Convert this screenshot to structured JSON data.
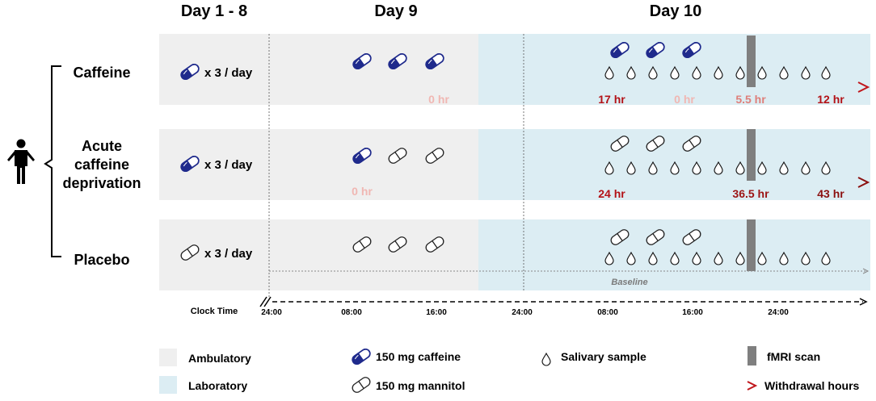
{
  "columns": {
    "day1_8": "Day 1 - 8",
    "day9": "Day 9",
    "day10": "Day 10"
  },
  "groups": {
    "caffeine": "Caffeine",
    "deprivation": [
      "Acute",
      "caffeine",
      "deprivation"
    ],
    "placebo": "Placebo"
  },
  "dose_label": "x 3 / day",
  "hours": {
    "caffeine": [
      "0 hr",
      "17 hr",
      "0 hr",
      "5.5 hr",
      "12 hr"
    ],
    "deprivation": [
      "0 hr",
      "24 hr",
      "36.5 hr",
      "43 hr"
    ]
  },
  "baseline_label": "Baseline",
  "clock": {
    "title": "Clock Time",
    "ticks": [
      "24:00",
      "08:00",
      "16:00",
      "24:00",
      "08:00",
      "16:00",
      "24:00"
    ]
  },
  "legend": {
    "ambulatory": "Ambulatory",
    "laboratory": "Laboratory",
    "caffeine_pill": "150 mg caffeine",
    "mannitol_pill": "150 mg mannitol",
    "saliva": "Salivary sample",
    "fmri": "fMRI scan",
    "withdrawal": "Withdrawal hours"
  },
  "colors": {
    "ambulatory_bg": "#efefef",
    "laboratory_bg": "#dcedf3",
    "caffeine_pill": "#1f2a8c",
    "withdrawal_arrow": "#c0161b",
    "fmri_bar": "#7f7f7f"
  },
  "icons": {
    "pill": "capsule-icon",
    "drop": "droplet-icon",
    "person": "person-icon"
  }
}
